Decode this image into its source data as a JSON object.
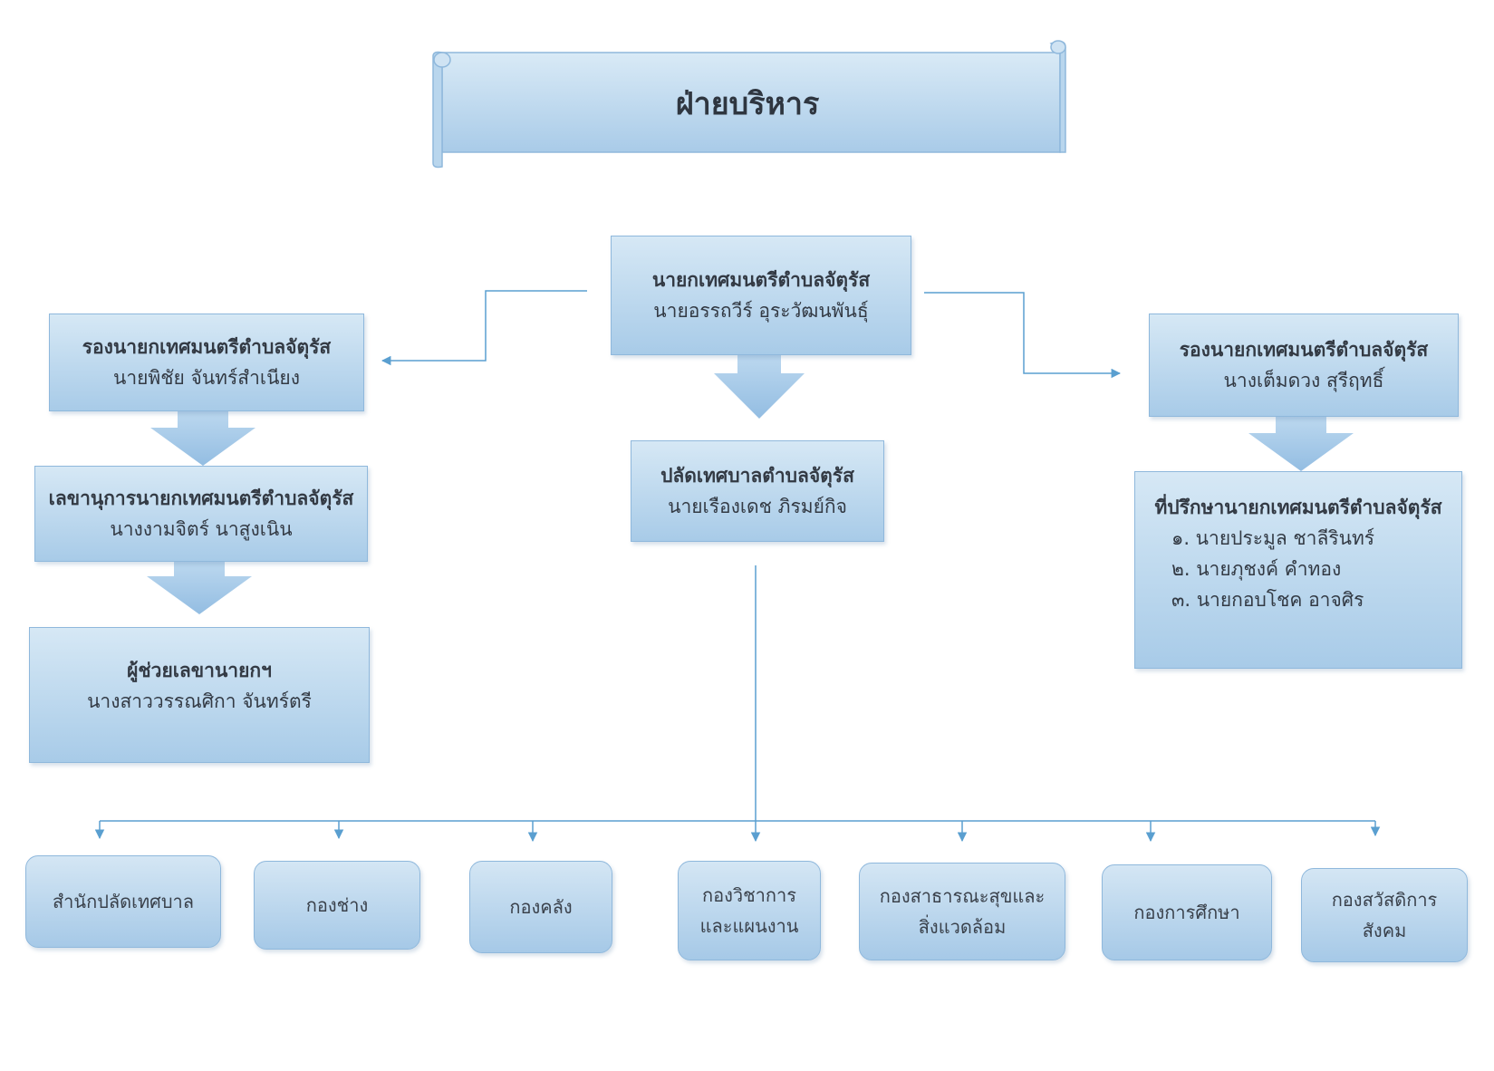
{
  "title": "ฝ่ายบริหาร",
  "mayor": {
    "role": "นายกเทศมนตรีตำบลจัตุรัส",
    "name": "นายอรรถวีร์  อุระวัฒนพันธุ์"
  },
  "deputy_left": {
    "role": "รองนายกเทศมนตรีตำบลจัตุรัส",
    "name": "นายพิชัย  จันทร์สำเนียง"
  },
  "secretary": {
    "role": "เลขานุการนายกเทศมนตรีตำบลจัตุรัส",
    "name": "นางงามจิตร์  นาสูงเนิน"
  },
  "assistant": {
    "role": "ผู้ช่วยเลขานายกฯ",
    "name": "นางสาววรรณศิกา จันทร์ตรี"
  },
  "clerk": {
    "role": "ปลัดเทศบาลตำบลจัตุรัส",
    "name": "นายเรืองเดช   ภิรมย์กิจ"
  },
  "deputy_right": {
    "role": "รองนายกเทศมนตรีตำบลจัตุรัส",
    "name": "นางเต็มดวง  สุรีฤทธิ์"
  },
  "advisors": {
    "role": "ที่ปรึกษานายกเทศมนตรีตำบลจัตุรัส",
    "items": [
      "๑. นายประมูล  ชาลีรินทร์",
      "๒. นายภุชงค์  คำทอง",
      "๓. นายกอบโชค  อาจศิร"
    ]
  },
  "departments": [
    {
      "line1": "สำนักปลัดเทศบาล",
      "line2": ""
    },
    {
      "line1": "กองช่าง",
      "line2": ""
    },
    {
      "line1": "กองคลัง",
      "line2": ""
    },
    {
      "line1": "กองวิชาการ",
      "line2": "และแผนงาน"
    },
    {
      "line1": "กองสาธารณะสุขและ",
      "line2": "สิ่งแวดล้อม"
    },
    {
      "line1": "กองการศึกษา",
      "line2": ""
    },
    {
      "line1": "กองสวัสดิการ",
      "line2": "สังคม"
    }
  ],
  "colors": {
    "box_top": "#d6e8f5",
    "box_bottom": "#a8cbe8",
    "connector": "#5a9fd0",
    "arrow": "#a3c7e6"
  }
}
